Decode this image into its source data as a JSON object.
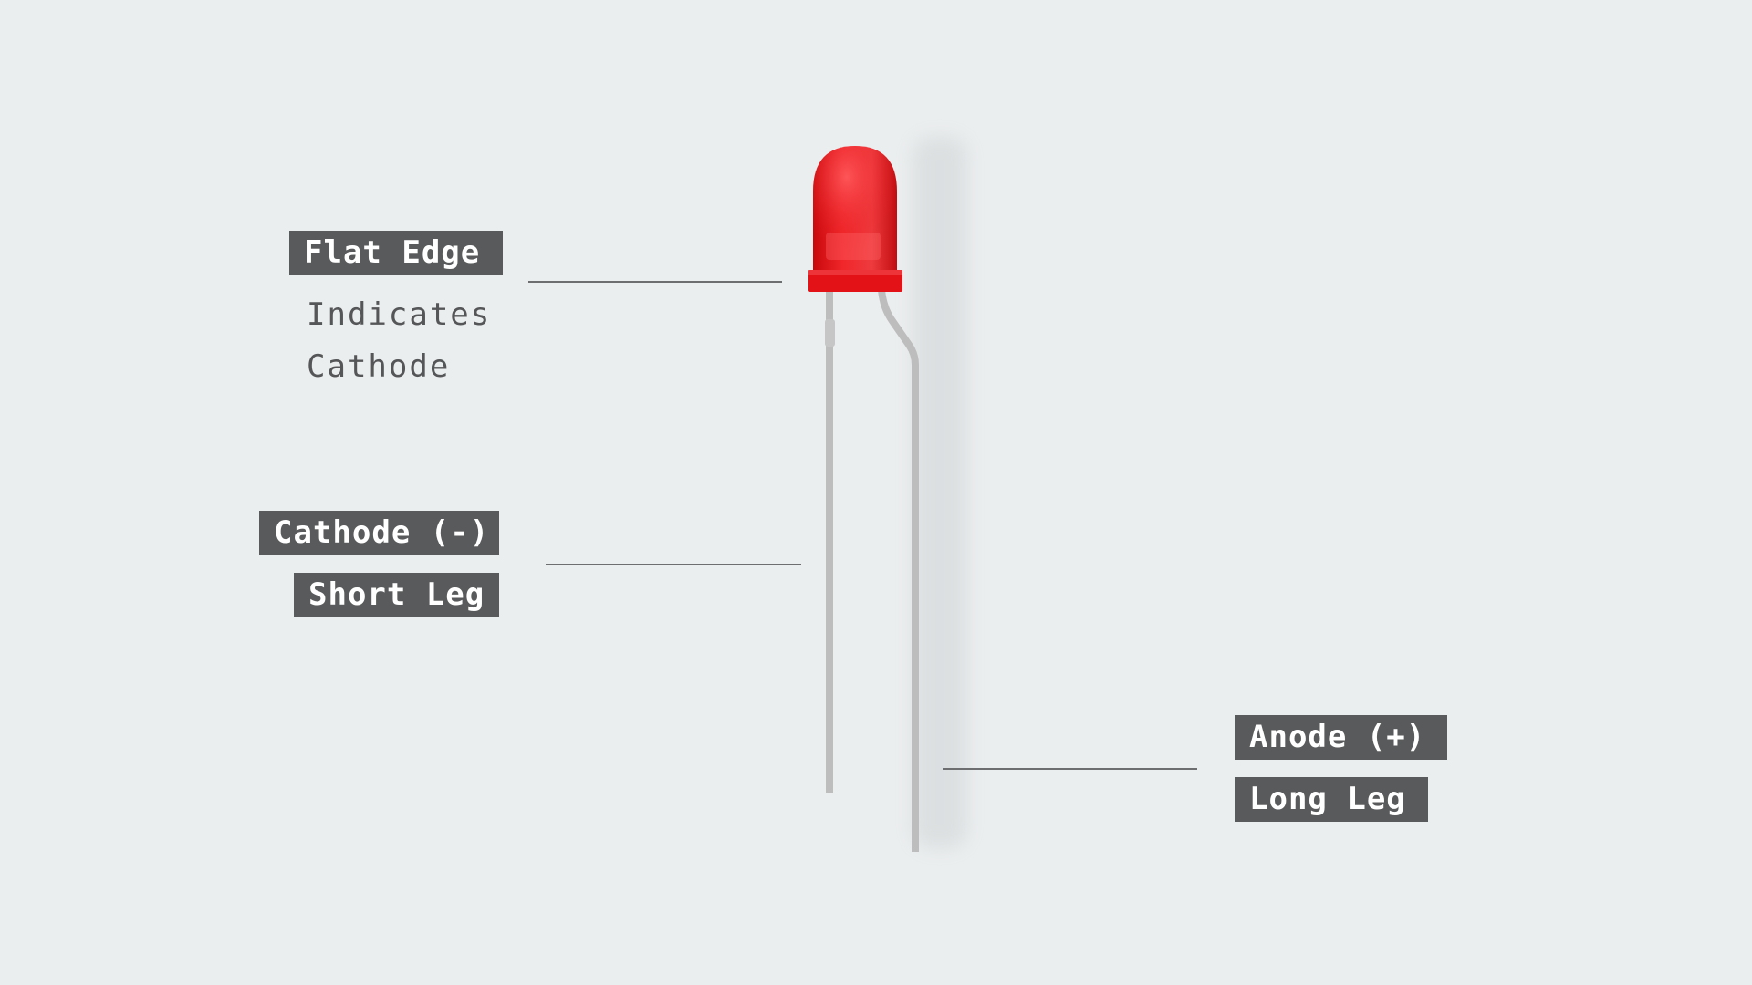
{
  "labels": {
    "flat_edge": "Flat Edge",
    "flat_edge_note_line1": "Indicates",
    "flat_edge_note_line2": "Cathode",
    "cathode": "Cathode (-)",
    "short_leg": "Short Leg",
    "anode": "Anode (+)",
    "long_leg": "Long Leg"
  },
  "colors": {
    "background": "#ebeeef",
    "tag_background": "#595a5b",
    "tag_text": "#ffffff",
    "note_text": "#555657",
    "led_red": "#e8191c",
    "lead_gray": "#bdbdbd"
  },
  "icons": {
    "component": "red-led-icon"
  }
}
